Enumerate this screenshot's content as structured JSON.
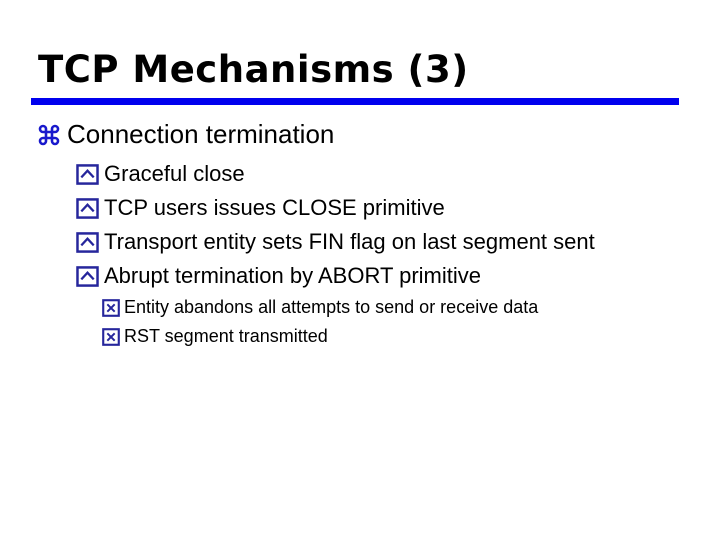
{
  "slide": {
    "title": "TCP Mechanisms (3)",
    "bullets": {
      "level1": "Connection termination",
      "level2": [
        "Graceful close",
        "TCP users issues CLOSE primitive",
        "Transport entity sets FIN flag on last segment sent",
        "Abrupt termination by ABORT primitive"
      ],
      "level3": [
        "Entity abandons all attempts to send or receive data",
        "RST segment transmitted"
      ]
    },
    "icons": {
      "level1": "command-bullet-icon",
      "level2": "chevron-up-box-bullet-icon",
      "level3": "x-box-bullet-icon"
    },
    "colors": {
      "background": "#ffffff",
      "title_text": "#000000",
      "rule": "#0000ee",
      "level1_bullet": "#1818cc",
      "level23_bullet": "#26269c",
      "body_text": "#000000"
    }
  }
}
